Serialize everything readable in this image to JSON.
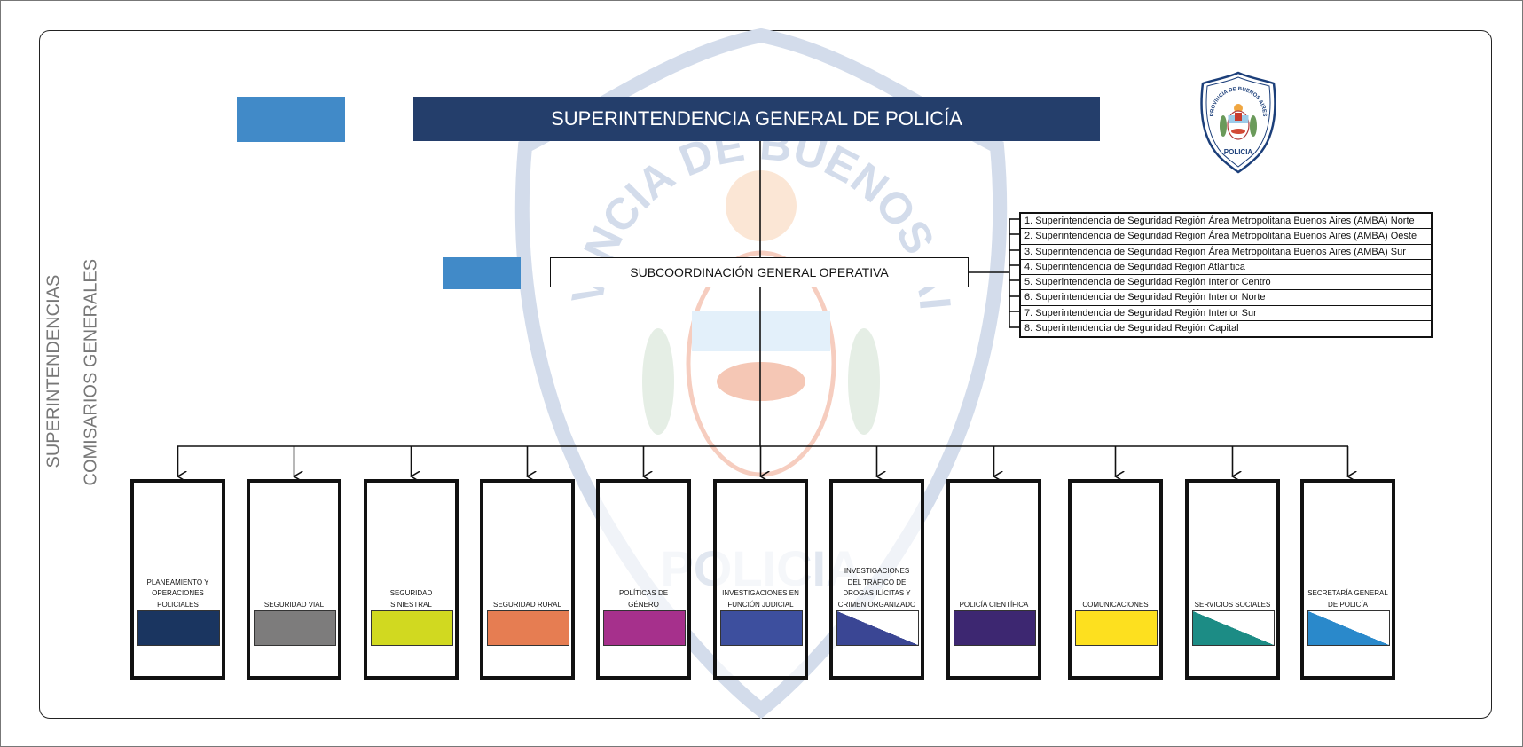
{
  "title": "SUPERINTENDENCIA GENERAL DE POLICÍA",
  "subcoordination": "SUBCOORDINACIÓN GENERAL OPERATIVA",
  "side_labels": {
    "superintendencias": "SUPERINTENDENCIAS",
    "comisarios": "COMISARIOS GENERALES"
  },
  "legend_color": "#418ac8",
  "logo": {
    "top_text": "PROVINCIA DE BUENOS AIRES",
    "bottom_text": "POLICIA"
  },
  "watermark": {
    "top_text": "PROVINCIA DE BUENOS AIRES",
    "bottom_text": "POLICIA"
  },
  "regions": [
    "1. Superintendencia de Seguridad Región Área Metropolitana Buenos Aires (AMBA) Norte",
    "2. Superintendencia de Seguridad Región Área Metropolitana Buenos Aires (AMBA) Oeste",
    "3. Superintendencia de Seguridad Región Área Metropolitana Buenos Aires (AMBA) Sur",
    "4. Superintendencia de Seguridad Región Atlántica",
    "5. Superintendencia de Seguridad Región Interior Centro",
    "6. Superintendencia de Seguridad Región Interior Norte",
    "7. Superintendencia de Seguridad Región Interior Sur",
    "8. Superintendencia de Seguridad Región Capital"
  ],
  "units": [
    {
      "label": "PLANEAMIENTO Y OPERACIONES POLICIALES",
      "color": "#1a3560",
      "color2": null
    },
    {
      "label": "SEGURIDAD VIAL",
      "color": "#7d7c7c",
      "color2": null
    },
    {
      "label": "SEGURIDAD SINIESTRAL",
      "color": "#d1d920",
      "color2": null
    },
    {
      "label": "SEGURIDAD RURAL",
      "color": "#e67d52",
      "color2": null
    },
    {
      "label": "POLÍTICAS DE GÉNERO",
      "color": "#a6308c",
      "color2": null
    },
    {
      "label": "INVESTIGACIONES EN FUNCIÓN JUDICIAL",
      "color": "#3d4f9e",
      "color2": null
    },
    {
      "label": "INVESTIGACIONES DEL TRÁFICO DE DROGAS ILÍCITAS Y CRIMEN ORGANIZADO",
      "color": "#3a4694",
      "color2": "#ffffff"
    },
    {
      "label": "POLICÍA CIENTÍFICA",
      "color": "#3d2771",
      "color2": null
    },
    {
      "label": "COMUNICACIONES",
      "color": "#fde01f",
      "color2": null
    },
    {
      "label": "SERVICIOS SOCIALES",
      "color": "#1c8c85",
      "color2": "#ffffff"
    },
    {
      "label": "SECRETARÍA GENERAL DE POLICÍA",
      "color": "#2a89cb",
      "color2": "#ffffff"
    }
  ]
}
